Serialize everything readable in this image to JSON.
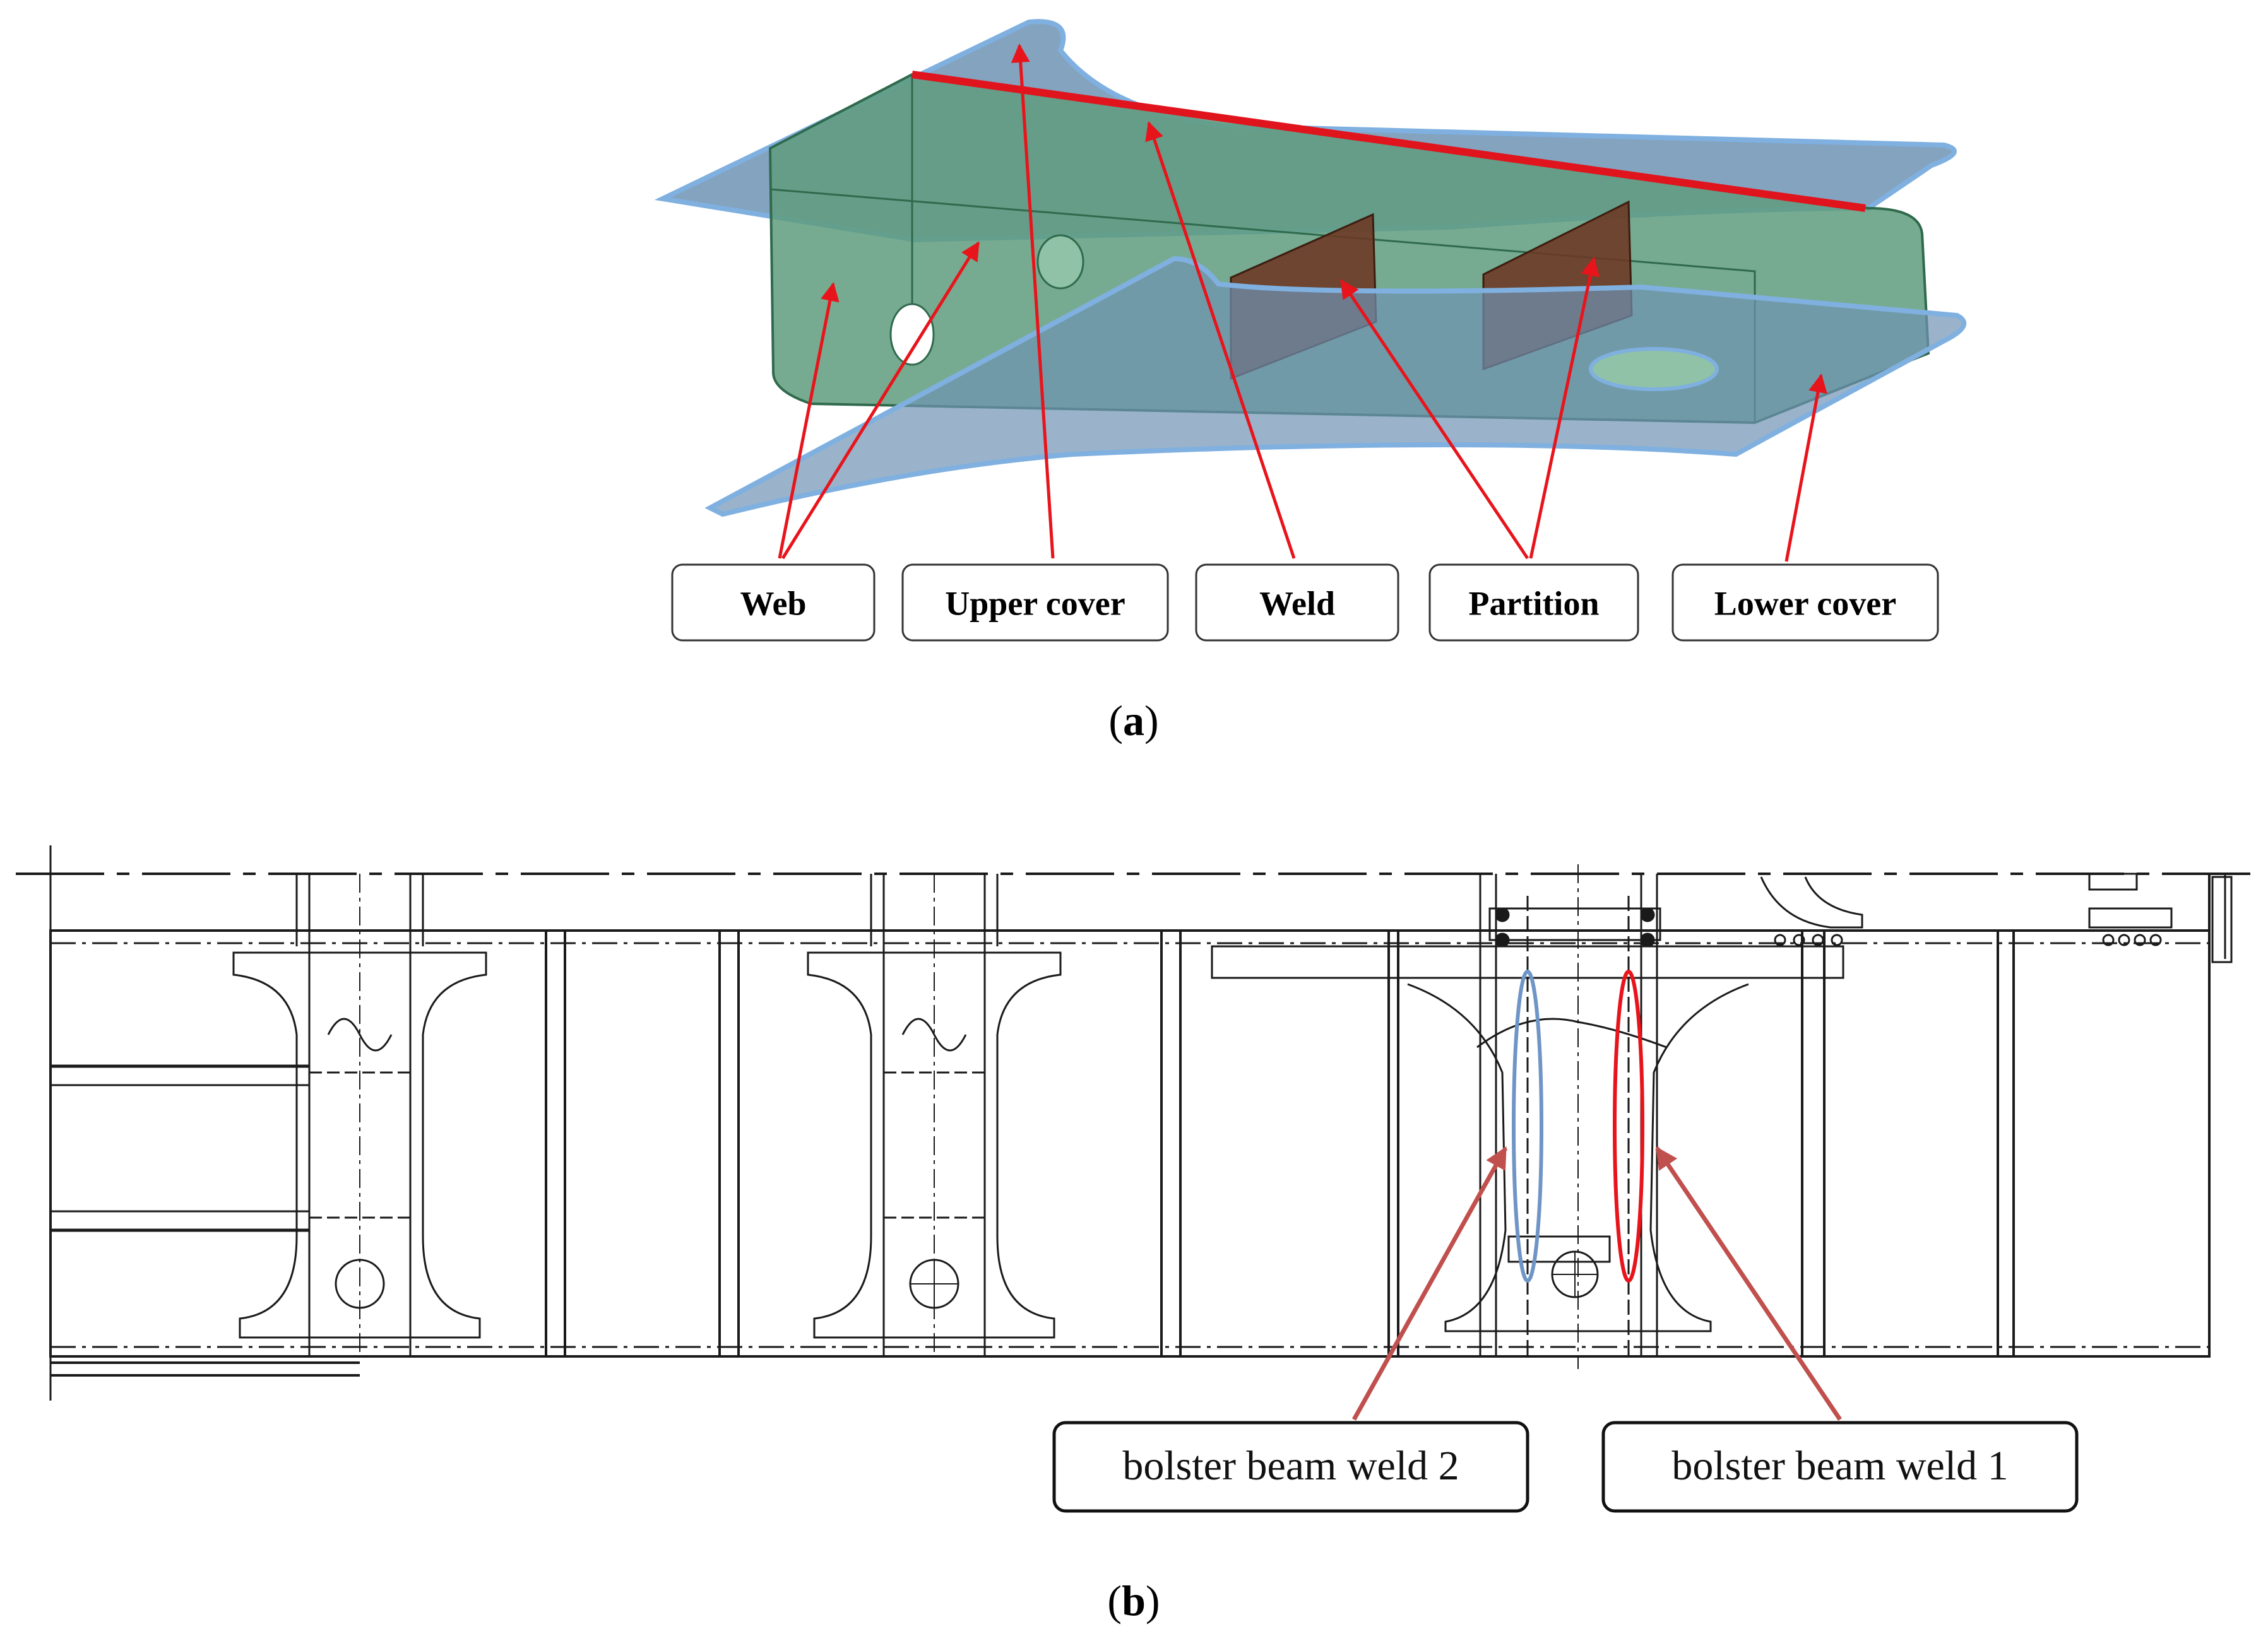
{
  "panel_a": {
    "caption": "(a)",
    "caption_letter": "a",
    "labels": {
      "web": "Web",
      "upper_cover": "Upper cover",
      "weld": "Weld",
      "partition": "Partition",
      "lower_cover": "Lower cover"
    }
  },
  "panel_b": {
    "caption": "(b)",
    "caption_letter": "b",
    "labels": {
      "weld2": "bolster beam weld 2",
      "weld1": "bolster beam weld 1"
    }
  },
  "colors": {
    "arrow": "#e8141b",
    "weld_line": "#e0141c",
    "web_fill": "#5f9c7e",
    "cover_fill": "#6f93b4",
    "cover_edge": "#7fb0e0",
    "partition_fill": "#6b3a26",
    "drawing_line": "#1a1a1a",
    "weld2_ellipse": "#6f95c6",
    "weld1_ellipse": "#e8141b",
    "callout_arrow_b": "#c0504d"
  }
}
